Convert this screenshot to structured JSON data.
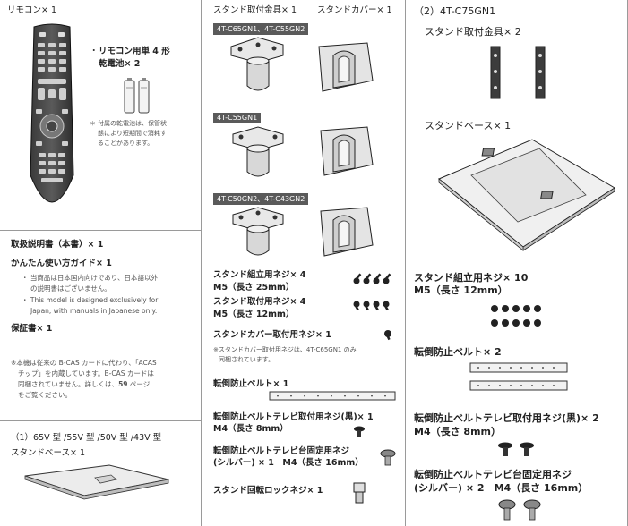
{
  "left": {
    "remote_label": "リモコン× 1",
    "battery_bullet": "・",
    "battery_line1": "リモコン用単 4 形",
    "battery_line2": "乾電池× 2",
    "battery_note_bullet": "＊",
    "battery_note": [
      "付属の乾電池は、保管状",
      "態により短期間で消耗す",
      "ることがあります。"
    ],
    "manual_label": "取扱説明書（本書）× 1",
    "guide_label": "かんたん使い方ガイド× 1",
    "guide_notes": [
      "・ 当商品は日本国内向けであり、日本語以外",
      "の説明書はございません。",
      "・ This model is designed exclusively for",
      "Japan, with manuals in Japanese only."
    ],
    "warranty_label": "保証書× 1",
    "bcas_note": [
      "※本機は従来の B-CAS カードに代わり、「ACAS",
      "チップ」を内蔵しています。B-CAS カードは",
      "同梱されていません。詳しくは、",
      "59",
      " ページ",
      "をご覧ください。"
    ],
    "section1_title": "（1）65V 型 /55V 型 /50V 型 /43V 型",
    "stand_base_label": "スタンドベース× 1"
  },
  "middle": {
    "header_bracket": "スタンド取付金具× 1",
    "header_cover": "スタンドカバー× 1",
    "model_tag_1": "4T-C65GN1、4T-C55GN2",
    "model_tag_2": "4T-C55GN1",
    "model_tag_3": "4T-C50GN2、4T-C43GN2",
    "assembly_screw": "スタンド組立用ネジ× 4",
    "assembly_screw_size": "M5（長さ 25mm）",
    "mount_screw": "スタンド取付用ネジ× 4",
    "mount_screw_size": "M5（長さ 12mm）",
    "cover_screw": "スタンドカバー取付用ネジ× 1",
    "cover_screw_note": [
      "※スタンドカバー取付用ネジは、4T-C65GN1 のみ",
      "同梱されています。"
    ],
    "belt": "転倒防止ベルト× 1",
    "belt_tv_screw": "転倒防止ベルトテレビ取付用ネジ(黒)× 1",
    "belt_tv_screw_size": "M4（長さ 8mm）",
    "belt_table_screw": "転倒防止ベルトテレビ台固定用ネジ",
    "belt_table_screw_size": "(シルバー) × 1　M4（長さ 16mm）",
    "rotation_lock_screw": "スタンド回転ロックネジ× 1"
  },
  "right": {
    "section2_title": "（2）4T-C75GN1",
    "bracket_label": "スタンド取付金具× 2",
    "base_label": "スタンドベース× 1",
    "assembly_screw": "スタンド組立用ネジ× 10",
    "assembly_screw_size": "M5（長さ 12mm）",
    "belt": "転倒防止ベルト× 2",
    "belt_tv_screw": "転倒防止ベルトテレビ取付用ネジ(黒)× 2",
    "belt_tv_screw_size": "M4（長さ 8mm）",
    "belt_table_screw": "転倒防止ベルトテレビ台固定用ネジ",
    "belt_table_screw_size": "(シルバー) × 2　M4（長さ 16mm）"
  }
}
